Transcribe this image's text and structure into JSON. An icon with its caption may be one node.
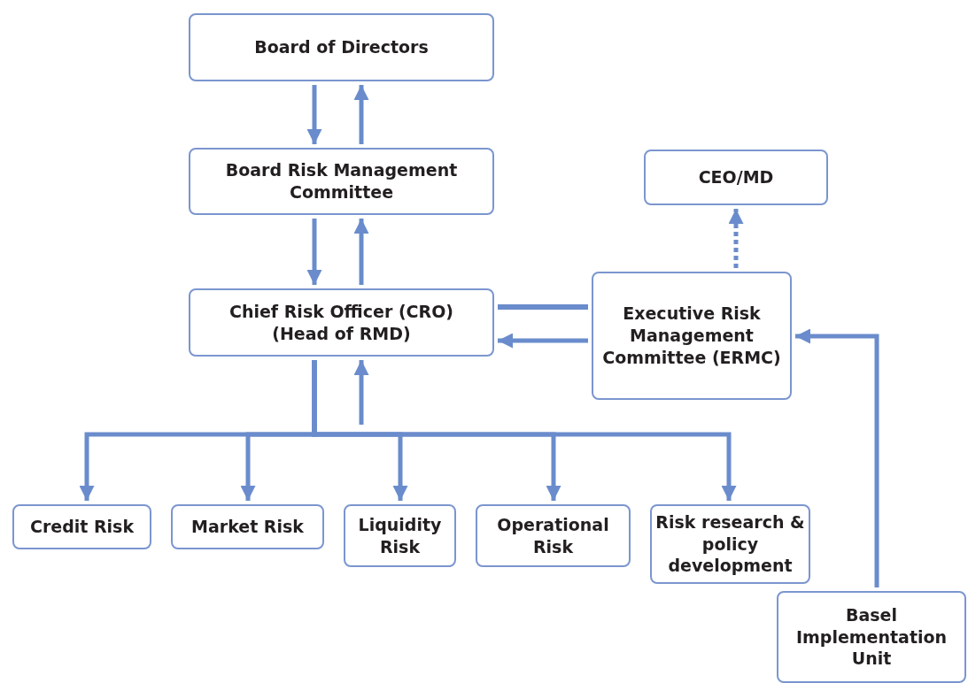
{
  "diagram": {
    "nodes": [
      {
        "text": [
          "Board of Directors"
        ]
      },
      {
        "text": [
          "Board Risk Management Committee"
        ]
      },
      {
        "text": [
          "Chief Risk Officer (CRO) (Head of RMD)"
        ]
      },
      {
        "text": [
          "CEO/MD"
        ]
      },
      {
        "text": [
          "Executive Risk Management Committee (ERMC)"
        ]
      },
      {
        "text": [
          "Credit Risk"
        ]
      },
      {
        "text": [
          "Market Risk"
        ]
      },
      {
        "text": [
          "Liquidity Risk"
        ]
      },
      {
        "text": [
          "Operational Risk"
        ]
      },
      {
        "text": [
          "Risk research & policy development"
        ]
      },
      {
        "text": [
          "Basel Implementation Unit"
        ]
      }
    ],
    "edges": [
      {
        "from": 0,
        "to": 1,
        "arrow": "to"
      },
      {
        "from": 1,
        "to": 0,
        "arrow": "to"
      },
      {
        "from": 1,
        "to": 2,
        "arrow": "to"
      },
      {
        "from": 2,
        "to": 1,
        "arrow": "to"
      },
      {
        "from": 2,
        "to": 5,
        "arrow": "to"
      },
      {
        "from": 2,
        "to": 6,
        "arrow": "to"
      },
      {
        "from": 2,
        "to": 7,
        "arrow": "to"
      },
      {
        "from": 2,
        "to": 8,
        "arrow": "to"
      },
      {
        "from": 2,
        "to": 9,
        "arrow": "to"
      },
      {
        "from": null,
        "to": 2,
        "arrow": "to"
      },
      {
        "from": 4,
        "to": 2,
        "arrow": "none"
      },
      {
        "from": 4,
        "to": 2,
        "arrow": "to"
      },
      {
        "from": 4,
        "to": 3,
        "arrow": "to",
        "style": "dashed"
      },
      {
        "from": 10,
        "to": 4,
        "arrow": "to"
      }
    ]
  }
}
